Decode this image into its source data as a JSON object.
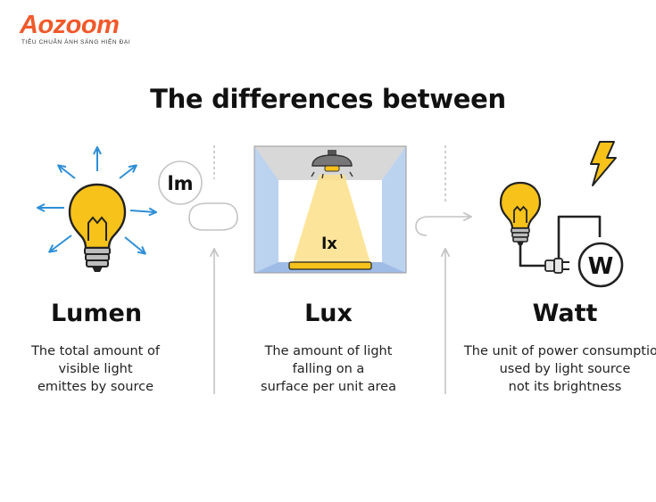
{
  "brand": {
    "logo": "Aozoom",
    "tagline": "TIÊU CHUẨN ÁNH SÁNG HIỆN ĐẠI",
    "accent": "#f0592a"
  },
  "title": "The differences between",
  "columns": [
    {
      "name": "Lumen",
      "description": "The total amount of\nvisible light\nemittes by source",
      "symbol": "lm"
    },
    {
      "name": "Lux",
      "description": "The amount of light\nfalling on a\nsurface per unit area",
      "symbol": "lx"
    },
    {
      "name": "Watt",
      "description": "The unit of power consumption\nused by light source\nnot its brightness",
      "symbol": "W"
    }
  ],
  "colors": {
    "bulb_yellow": "#f7c21a",
    "arrow_blue": "#2f8fd6",
    "room_blue": "#c9ddf6",
    "connector_gray": "#c4c4c4"
  },
  "icons": [
    "lightbulb-icon",
    "ray-arrow-icon",
    "ceiling-lamp-icon",
    "lightning-bolt-icon",
    "power-plug-icon",
    "watt-meter-icon"
  ]
}
